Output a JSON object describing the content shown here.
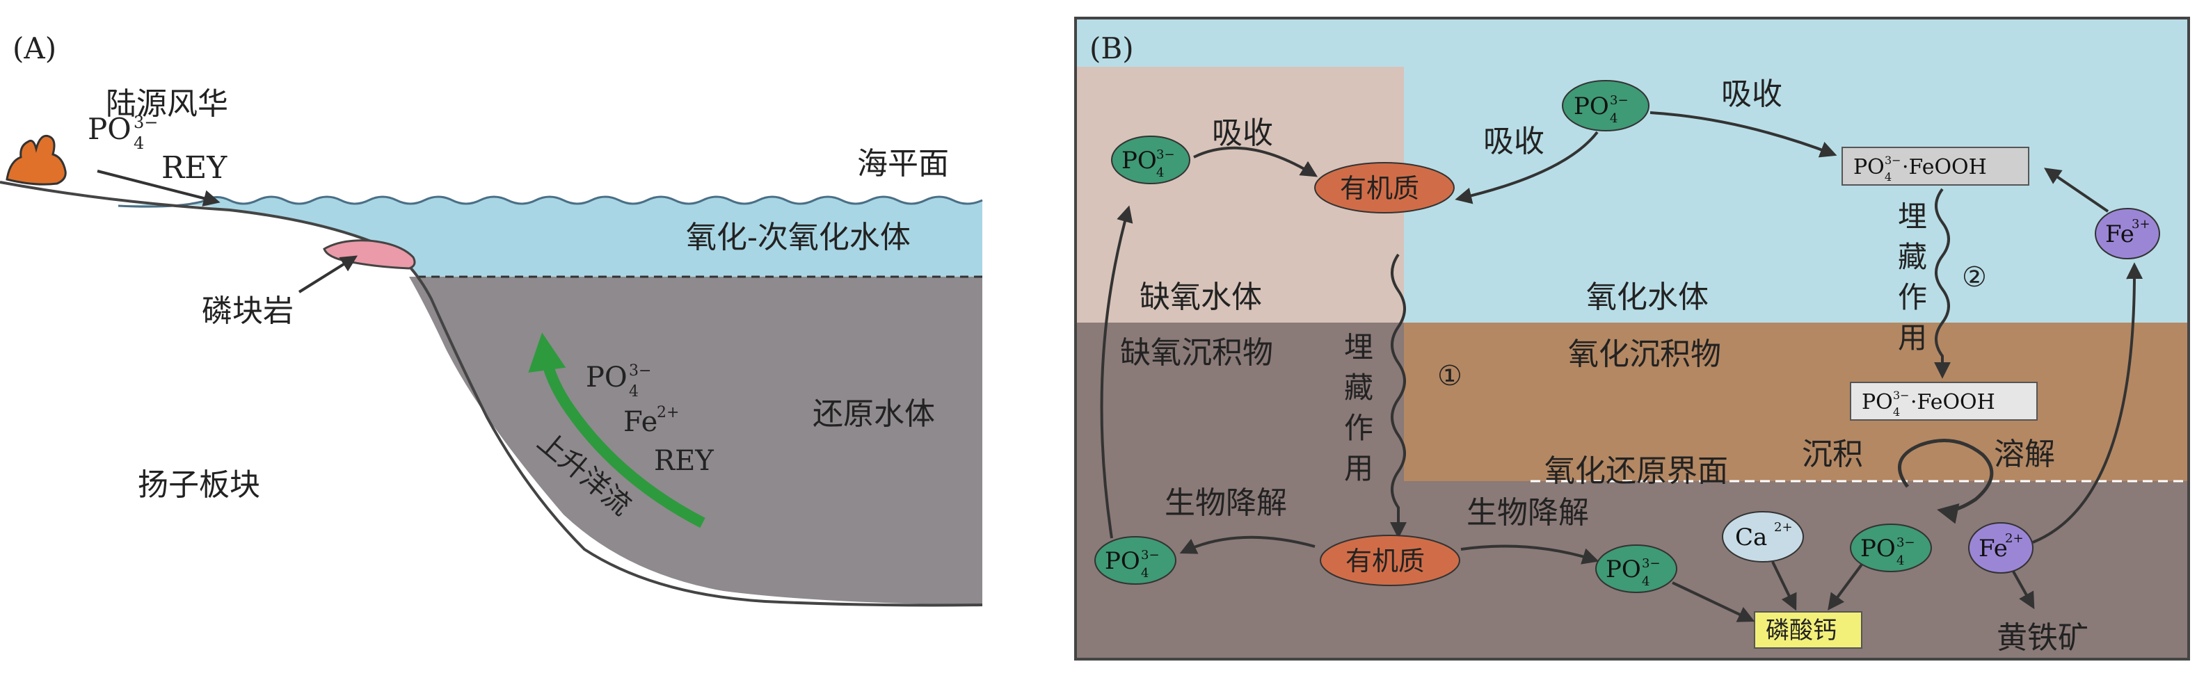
{
  "panel_a": {
    "label": "(A)",
    "weathering": "陆源风华",
    "weathering_species": "REY",
    "sea_level": "海平面",
    "oxic_water": "氧化-次氧化水体",
    "phosphorite": "磷块岩",
    "reducing_water": "还原水体",
    "plate": "扬子板块",
    "upwelling": "上升洋流",
    "upwelling_fe": "Fe",
    "upwelling_rey": "REY"
  },
  "panel_b": {
    "label": "(B)",
    "anoxic_water": "缺氧水体",
    "anoxic_sediment": "缺氧沉积物",
    "oxic_water": "氧化水体",
    "oxic_sediment": "氧化沉积物",
    "redox_interface": "氧化还原界面",
    "absorb": "吸收",
    "organic_matter": "有机质",
    "burial_vertical": [
      "埋",
      "藏",
      "作",
      "用"
    ],
    "marker_1": "①",
    "marker_2": "②",
    "biodegradation": "生物降解",
    "deposition": "沉积",
    "dissolution": "溶解",
    "fe_oxide_species": "·FeOOH",
    "calcium": "Ca",
    "calcium_charge": "2+",
    "fe2": "Fe",
    "fe2_charge": "2+",
    "fe3": "Fe",
    "fe3_charge": "3+",
    "calcium_phosphate": "磷酸钙",
    "pyrite": "黄铁矿"
  },
  "colors": {
    "oxic_blue": "#b8dde6",
    "anoxic_pink": "#d7c3b9",
    "reducing_gray": "#8a7a78",
    "oxic_sediment": "#b48863",
    "phosphate_green": "#3f9a76",
    "organic_orange": "#d06d48",
    "upwelling_green": "#2e9a3e"
  }
}
